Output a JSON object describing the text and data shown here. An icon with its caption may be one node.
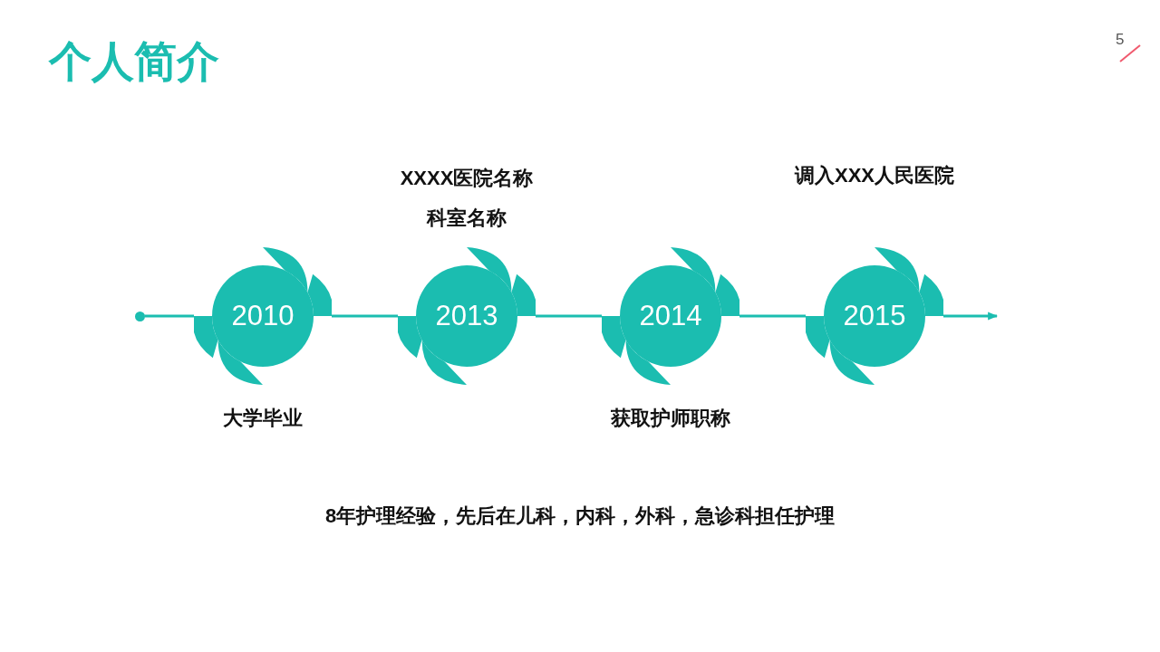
{
  "diagram": {
    "title": "个人简介",
    "nodes": [
      {
        "text": [],
        "shape": "circle"
      },
      {
        "text": [
          "2010"
        ],
        "beside": [
          "大学毕业"
        ]
      },
      {
        "text": [
          "2013"
        ],
        "beside": [
          "XXXX医院名称",
          "科室名称"
        ]
      },
      {
        "text": [
          "2014"
        ],
        "beside": [
          "获取护师职称"
        ]
      },
      {
        "text": [
          "2015"
        ],
        "beside": [
          "调入XXX人民医院"
        ]
      }
    ],
    "edges": [
      {
        "from": 0,
        "to": 1,
        "arrow": "none"
      },
      {
        "from": 1,
        "to": 2,
        "arrow": "none"
      },
      {
        "from": 2,
        "to": 3,
        "arrow": "none"
      },
      {
        "from": 3,
        "to": 4,
        "arrow": "none"
      },
      {
        "from": 4,
        "to": null,
        "arrow": "to"
      }
    ],
    "labels": [
      "5",
      "8年护理经验，先后在儿科，内科，外科，急诊科担任护理"
    ]
  }
}
